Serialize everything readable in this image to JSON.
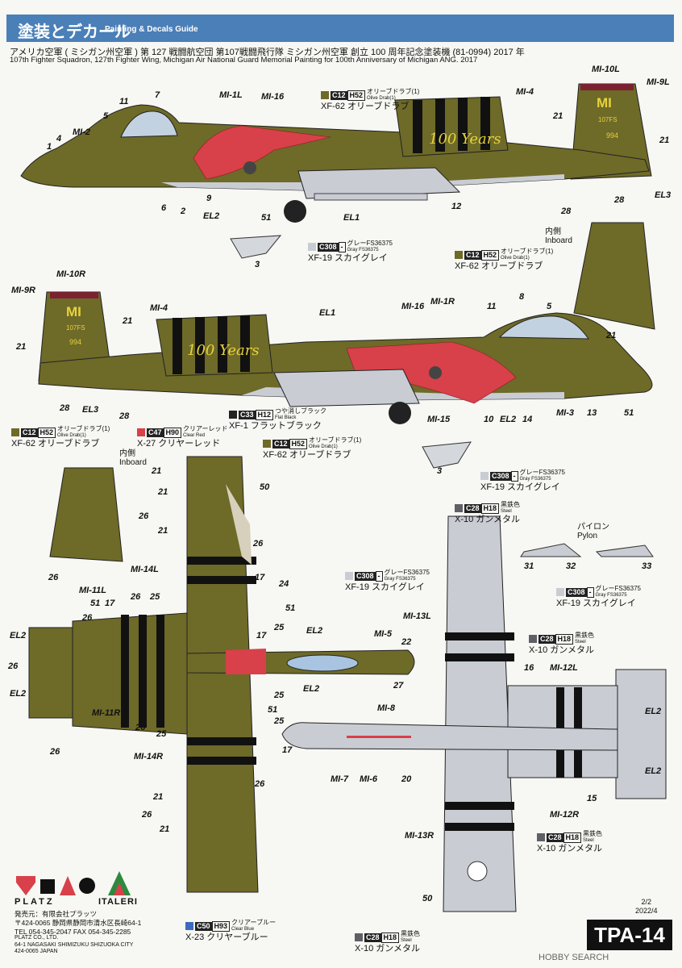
{
  "header": {
    "title_jp": "塗装とデカール",
    "title_en": "Painting & Decals Guide"
  },
  "subtitle_jp": "アメリカ空軍 ( ミシガン州空軍 ) 第 127 戦闘航空団 第107戦闘飛行隊 ミシガン州空軍 創立 100 周年記念塗装機 (81-0994) 2017 年",
  "subtitle_en": "107th Fighter Squadron, 127th Fighter Wing, Michigan Air National Guard Memorial Painting for 100th Anniversary of Michigan ANG. 2017",
  "colors": {
    "olive": "#6e6a28",
    "gray": "#c9cdd3",
    "red": "#d8404a",
    "gunmetal": "#5e6066",
    "blue": "#3b6bbf",
    "header": "#4a7fb8"
  },
  "callouts": [
    {
      "name": "c-c12-top",
      "code": "C12",
      "h": "H52",
      "jp": "オリーブドラブ(1)",
      "en": "Olive Drab(1)",
      "label": "XF-62 オリーブドラブ",
      "chip": "#6e6a28"
    },
    {
      "name": "c-c308-top",
      "code": "C308",
      "h": "-",
      "jp": "グレーFS36375",
      "en": "Gray FS36375",
      "label": "XF-19 スカイグレイ",
      "chip": "#c9cdd3"
    },
    {
      "name": "c-c12-mid",
      "code": "C12",
      "h": "H52",
      "jp": "オリーブドラブ(1)",
      "en": "Olive Drab(1)",
      "label": "XF-62 オリーブドラブ",
      "chip": "#6e6a28"
    },
    {
      "name": "c-c33",
      "code": "C33",
      "h": "H12",
      "jp": "つや消しブラック",
      "en": "Flat Black",
      "label": "XF-1 フラットブラック",
      "chip": "#222222"
    },
    {
      "name": "c-c12-left",
      "code": "C12",
      "h": "H52",
      "jp": "オリーブドラブ(1)",
      "en": "Olive Drab(1)",
      "label": "XF-62 オリーブドラブ",
      "chip": "#6e6a28"
    },
    {
      "name": "c-c47",
      "code": "C47",
      "h": "H90",
      "jp": "クリアーレッド",
      "en": "Clear Red",
      "label": "X-27 クリヤーレッド",
      "chip": "#d8404a"
    },
    {
      "name": "c-c12-center",
      "code": "C12",
      "h": "H52",
      "jp": "オリーブドラブ(1)",
      "en": "Olive Drab(1)",
      "label": "XF-62 オリーブドラブ",
      "chip": "#6e6a28"
    },
    {
      "name": "c-c308-mid",
      "code": "C308",
      "h": "-",
      "jp": "グレーFS36375",
      "en": "Gray FS36375",
      "label": "XF-19 スカイグレイ",
      "chip": "#c9cdd3"
    },
    {
      "name": "c-c28-top",
      "code": "C28",
      "h": "H18",
      "jp": "黒鉄色",
      "en": "Steel",
      "label": "X-10 ガンメタル",
      "chip": "#5e6066"
    },
    {
      "name": "c-c308-low",
      "code": "C308",
      "h": "-",
      "jp": "グレーFS36375",
      "en": "Gray FS36375",
      "label": "XF-19 スカイグレイ",
      "chip": "#c9cdd3"
    },
    {
      "name": "c-c308-pylon",
      "code": "C308",
      "h": "-",
      "jp": "グレーFS36375",
      "en": "Gray FS36375",
      "label": "XF-19 スカイグレイ",
      "chip": "#c9cdd3"
    },
    {
      "name": "c-c28-mid",
      "code": "C28",
      "h": "H18",
      "jp": "黒鉄色",
      "en": "Steel",
      "label": "X-10 ガンメタル",
      "chip": "#5e6066"
    },
    {
      "name": "c-c28-low",
      "code": "C28",
      "h": "H18",
      "jp": "黒鉄色",
      "en": "Steel",
      "label": "X-10 ガンメタル",
      "chip": "#5e6066"
    },
    {
      "name": "c-c50",
      "code": "C50",
      "h": "H93",
      "jp": "クリアーブルー",
      "en": "Clear Blue",
      "label": "X-23 クリヤーブルー",
      "chip": "#3b6bbf"
    },
    {
      "name": "c-c28-bottom",
      "code": "C28",
      "h": "H18",
      "jp": "黒鉄色",
      "en": "Steel",
      "label": "X-10 ガンメタル",
      "chip": "#5e6066"
    }
  ],
  "inboard": {
    "jp": "内側",
    "en": "Inboard"
  },
  "pylon": {
    "jp": "パイロン",
    "en": "Pylon"
  },
  "markings": {
    "tail_code": "MI",
    "squadron": "107FS",
    "serial": "994",
    "anniversary": "100 Years"
  },
  "labels": {
    "top_side": [
      "MI-10L",
      "MI-9L",
      "MI-1L",
      "MI-16",
      "MI-4",
      "MI-2",
      "11",
      "7",
      "5",
      "1",
      "4",
      "21",
      "21",
      "28",
      "28",
      "EL3",
      "6",
      "2",
      "9",
      "EL2",
      "51",
      "EL1",
      "12",
      "3"
    ],
    "mid_side": [
      "MI-10R",
      "MI-9R",
      "MI-4",
      "21",
      "21",
      "EL1",
      "MI-16",
      "MI-1R",
      "11",
      "8",
      "5",
      "28",
      "EL3",
      "28",
      "MI-15",
      "10",
      "EL2",
      "14",
      "MI-3",
      "13",
      "51",
      "21",
      "3"
    ],
    "top_view": [
      "21",
      "21",
      "26",
      "21",
      "50",
      "26",
      "MI-14L",
      "26",
      "17",
      "24",
      "MI-11L",
      "26",
      "25",
      "51",
      "17",
      "51",
      "25",
      "26",
      "EL2",
      "EL2",
      "17",
      "EL2",
      "26",
      "25",
      "EL2",
      "25",
      "MI-11R",
      "26",
      "25",
      "51",
      "26",
      "17",
      "MI-14R",
      "26",
      "21",
      "26",
      "21",
      "MI-5",
      "22",
      "27"
    ],
    "bottom_view": [
      "MI-13L",
      "16",
      "MI-12L",
      "EL2",
      "MI-8",
      "MI-7",
      "MI-6",
      "20",
      "EL2",
      "15",
      "MI-12R",
      "MI-13R",
      "50",
      "31",
      "32",
      "33"
    ]
  },
  "footer": {
    "jp_lines": [
      "発売元：有限会社プラッツ",
      "〒424-0065 静岡県静岡市清水区長崎64-1",
      "TEL 054-345-2047  FAX 054-345-2285"
    ],
    "en_lines": [
      "PLATZ CO., LTD.",
      "64-1 NAGASAKI SHIMIZUKU SHIZUOKA CITY",
      "424-0065 JAPAN"
    ]
  },
  "brand_platz": "PLATZ",
  "brand_italeri": "ITALERI",
  "page_number": "2/2",
  "date": "2022/4",
  "product_code": "TPA-14",
  "watermark": "HOBBY SEARCH"
}
